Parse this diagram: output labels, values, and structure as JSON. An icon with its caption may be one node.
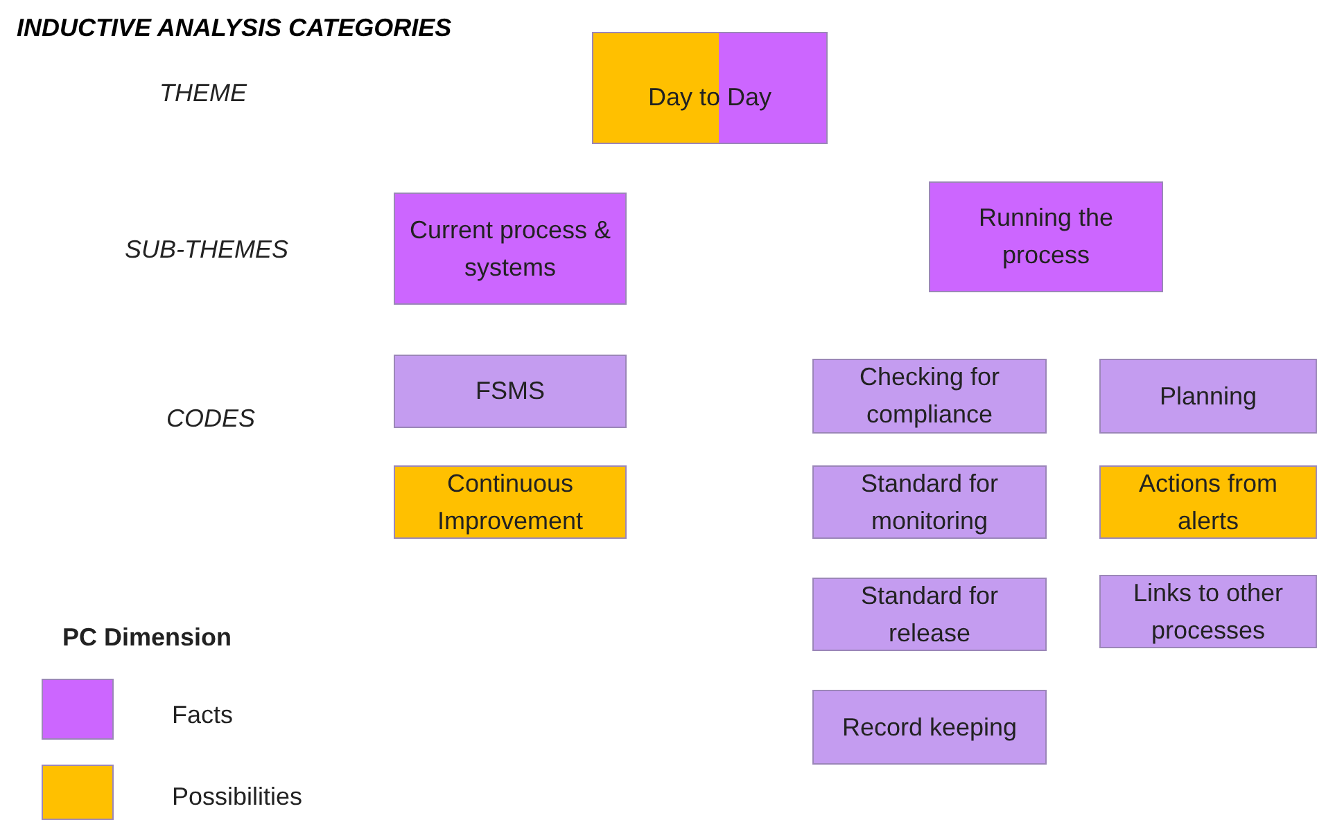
{
  "diagram": {
    "title": "INDUCTIVE ANALYSIS CATEGORIES",
    "nodes": [
      {
        "text": [
          "Day to Day"
        ]
      },
      {
        "text": [
          "Current process & systems"
        ]
      },
      {
        "text": [
          "Running the process"
        ]
      },
      {
        "text": [
          "FSMS"
        ]
      },
      {
        "text": [
          "Continuous Improvement"
        ]
      },
      {
        "text": [
          "Checking for compliance"
        ]
      },
      {
        "text": [
          "Standard for monitoring"
        ]
      },
      {
        "text": [
          "Standard for release"
        ]
      },
      {
        "text": [
          "Record keeping"
        ]
      },
      {
        "text": [
          "Planning"
        ]
      },
      {
        "text": [
          "Actions from alerts"
        ]
      },
      {
        "text": [
          "Links to other processes"
        ]
      }
    ],
    "labels": [
      "THEME",
      "SUB-THEMES",
      "CODES",
      "PC Dimension"
    ],
    "legend": [
      {
        "text": "Facts",
        "color": "#cc66ff"
      },
      {
        "text": "Possibilities",
        "color": "#ffc000"
      }
    ]
  }
}
